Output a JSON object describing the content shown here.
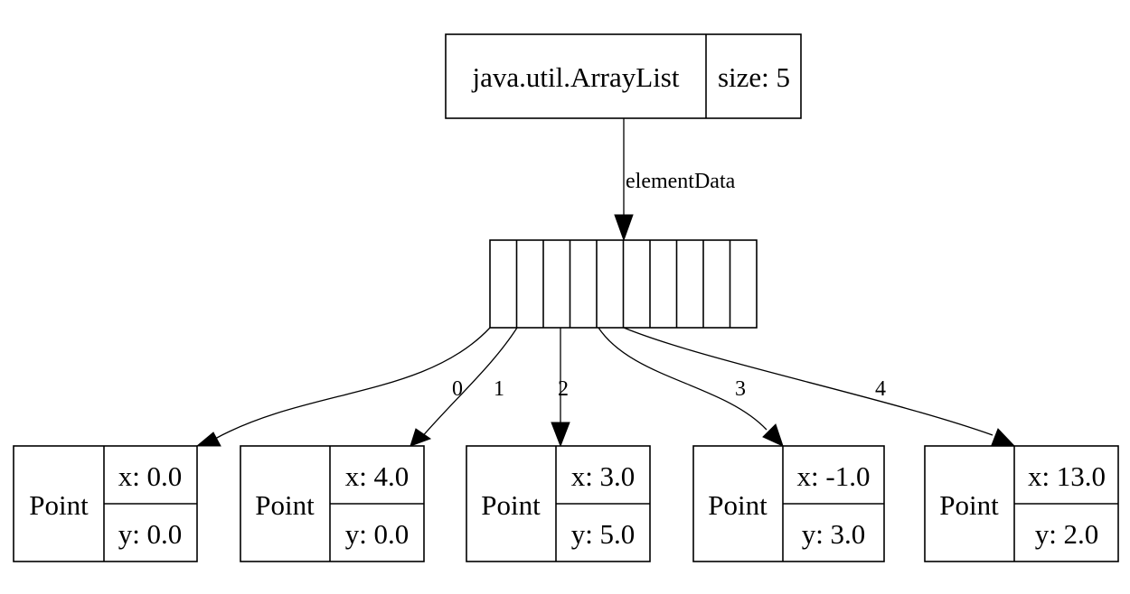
{
  "list_node": {
    "class_name": "java.util.ArrayList",
    "size_label": "size: 5"
  },
  "array_node": {
    "slot_count": 10,
    "edge_label": "elementData"
  },
  "elements": [
    {
      "index": "0",
      "class_name": "Point",
      "x_label": "x: 0.0",
      "y_label": "y: 0.0"
    },
    {
      "index": "1",
      "class_name": "Point",
      "x_label": "x: 4.0",
      "y_label": "y: 0.0"
    },
    {
      "index": "2",
      "class_name": "Point",
      "x_label": "x: 3.0",
      "y_label": "y: 5.0"
    },
    {
      "index": "3",
      "class_name": "Point",
      "x_label": "x: -1.0",
      "y_label": "y: 3.0"
    },
    {
      "index": "4",
      "class_name": "Point",
      "x_label": "x: 13.0",
      "y_label": "y: 2.0"
    }
  ]
}
